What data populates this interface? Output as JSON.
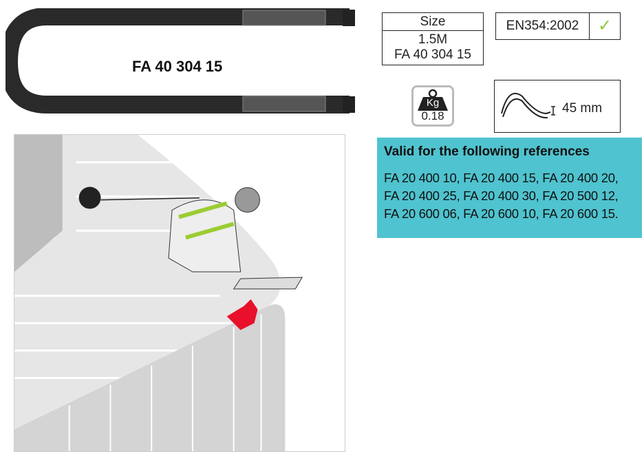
{
  "product": {
    "code": "FA 40 304 15"
  },
  "size": {
    "header": "Size",
    "length": "1.5M",
    "reference": "FA 40 304 15"
  },
  "standard": {
    "norm": "EN354:2002",
    "check_icon": "check-icon"
  },
  "weight": {
    "unit": "Kg",
    "value": "0.18"
  },
  "thickness": {
    "value": "45 mm"
  },
  "references": {
    "title": "Valid for the following references",
    "lines": [
      "FA 20 400 10, FA 20 400 15, FA 20 400 20,",
      "FA 20 400 25, FA 20 400 30, FA 20 500 12,",
      "FA 20 600 06, FA 20 600 10, FA 20 600 15."
    ]
  },
  "colors": {
    "accent": "#4fc3cf",
    "check": "#8dc63f",
    "spark": "#e8102a"
  }
}
